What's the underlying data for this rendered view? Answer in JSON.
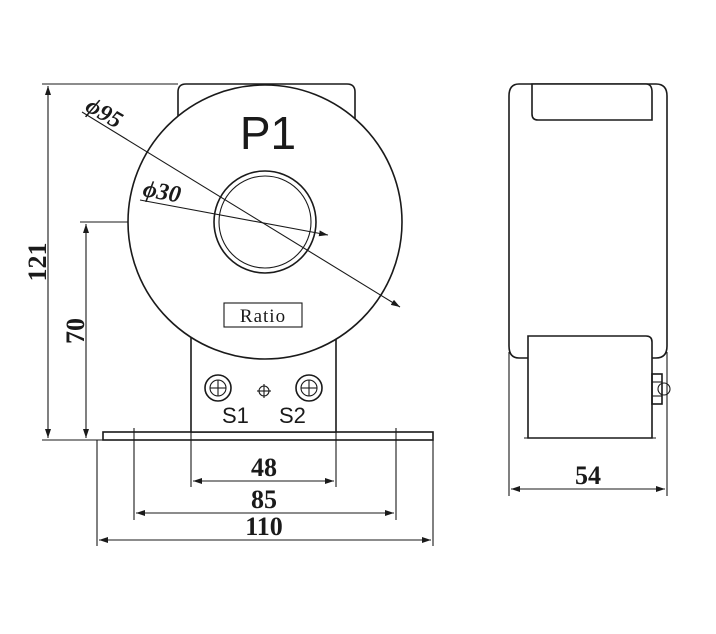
{
  "front_view": {
    "primary_label": "P1",
    "nameplate": "Ratio",
    "terminal_s1": "S1",
    "terminal_s2": "S2",
    "outer_diameter": "ϕ95",
    "inner_diameter": "ϕ30"
  },
  "dimensions": {
    "total_height": "121",
    "mount_height": "70",
    "bracket_width": "48",
    "hole_spacing": "85",
    "base_width": "110"
  },
  "side_view": {
    "depth": "54"
  }
}
